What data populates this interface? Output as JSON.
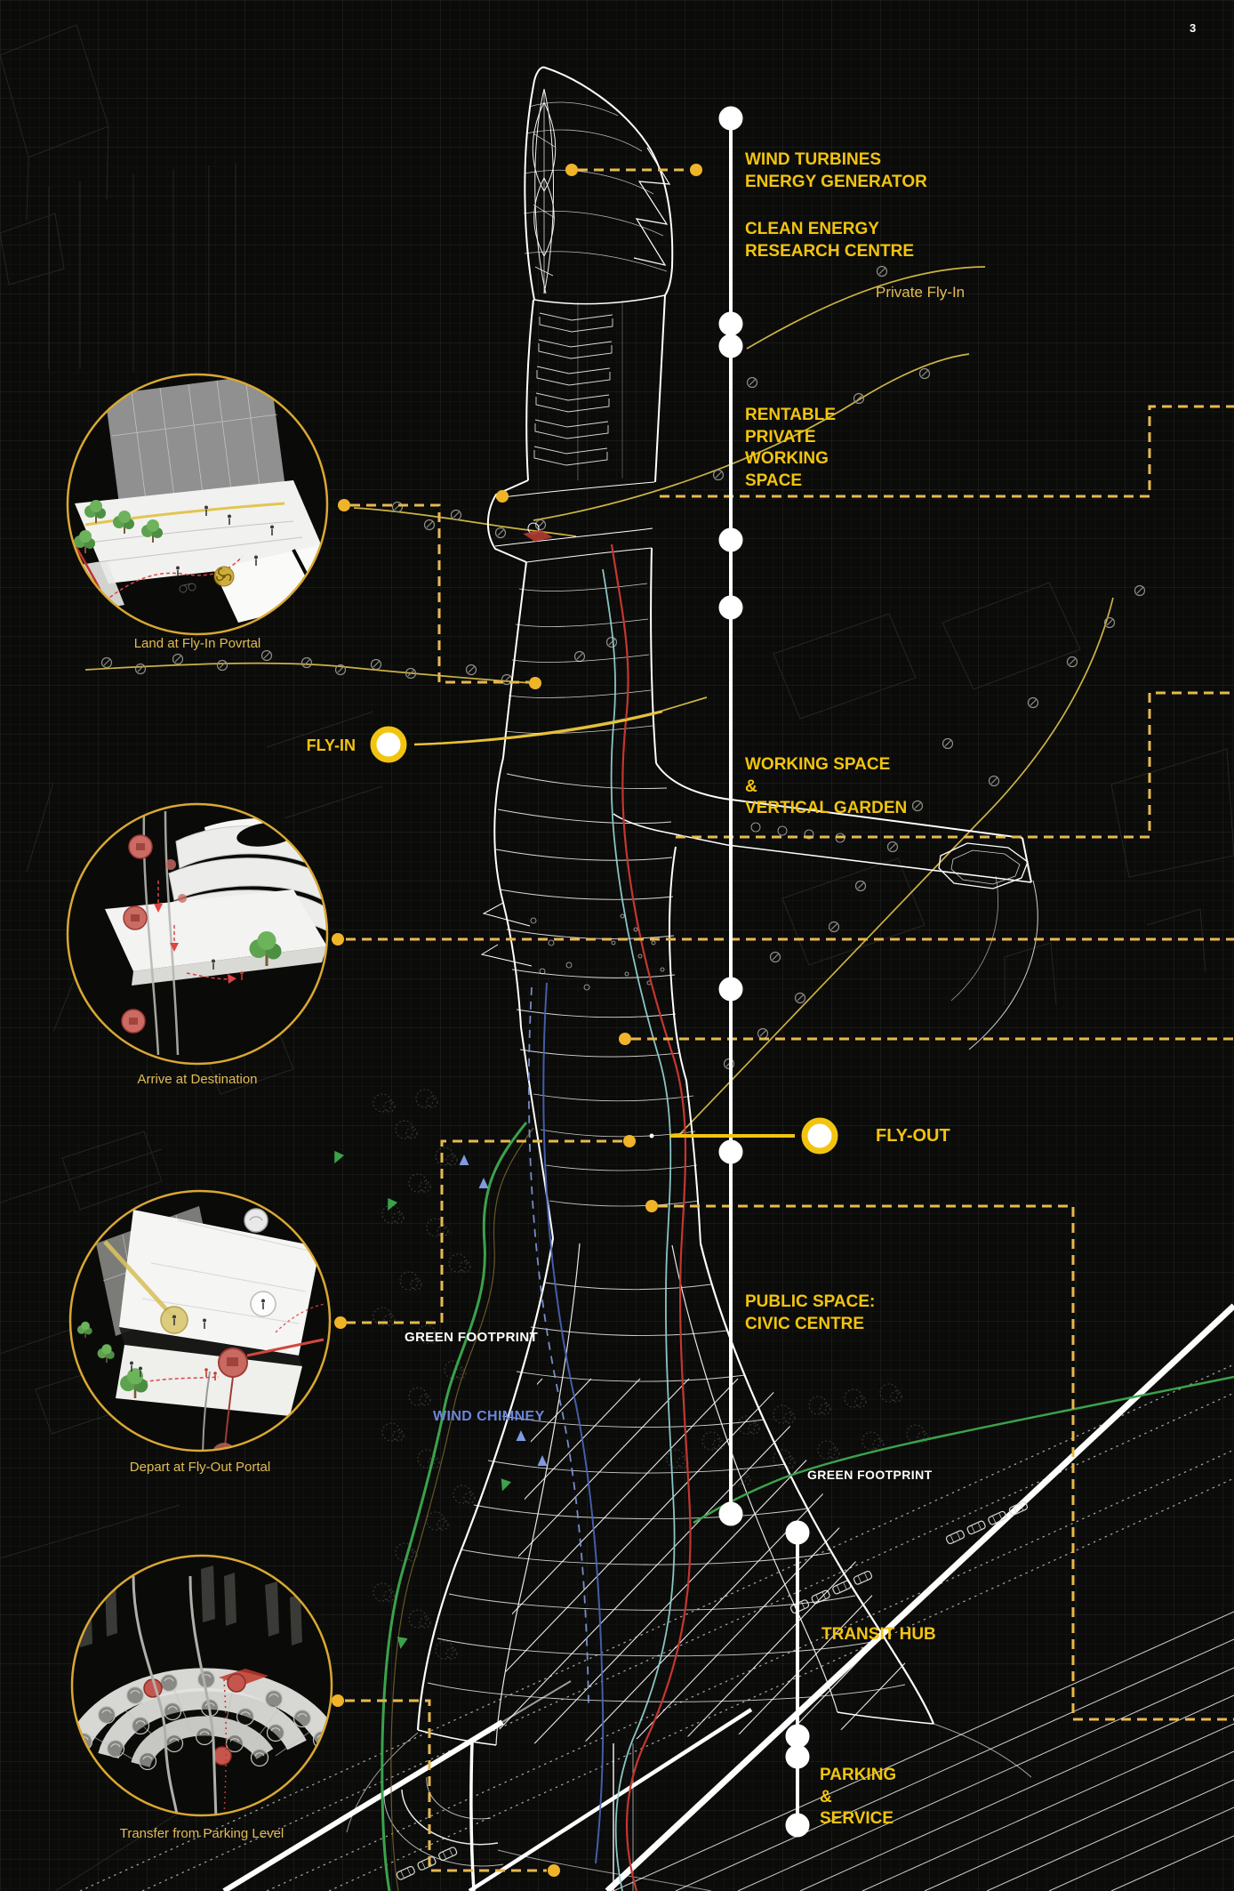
{
  "page_number": "3",
  "colors": {
    "background": "#0B0B0A",
    "label_yellow": "#F2C40F",
    "soft_gold": "#E2BC55",
    "dash_gold": "#E8B84E",
    "dot_gold": "#F0B429",
    "inset_ring": "#D9A832",
    "white": "#FFFFFF",
    "wind_blue": "#6C86D8",
    "green": "#3BA24B",
    "red": "#C4372F",
    "cyan": "#8FD0CE"
  },
  "callouts": {
    "wind_turbines": "WIND TURBINES\nENERGY GENERATOR",
    "clean_energy": "CLEAN ENERGY\nRESEARCH CENTRE",
    "private_fly_in": "Private Fly-In",
    "rentable": "RENTABLE\nPRIVATE\nWORKING\nSPACE",
    "working_space": "WORKING SPACE\n&\nVERTICAL GARDEN",
    "fly_in": "FLY-IN",
    "fly_out": "FLY-OUT",
    "public_space": "PUBLIC SPACE:\nCIVIC CENTRE",
    "green_footprint_left": "GREEN FOOTPRINT",
    "wind_chimney": "WIND CHIMNEY",
    "green_footprint_right": "GREEN FOOTPRINT",
    "transit_hub": "TRANSIT HUB",
    "parking_service": "PARKING\n&\nSERVICE"
  },
  "insets": [
    {
      "caption": "Land at Fly-In Povrtal"
    },
    {
      "caption": "Arrive at Destination"
    },
    {
      "caption": "Depart at Fly-Out Portal"
    },
    {
      "caption": "Transfer from Parking Level"
    }
  ]
}
